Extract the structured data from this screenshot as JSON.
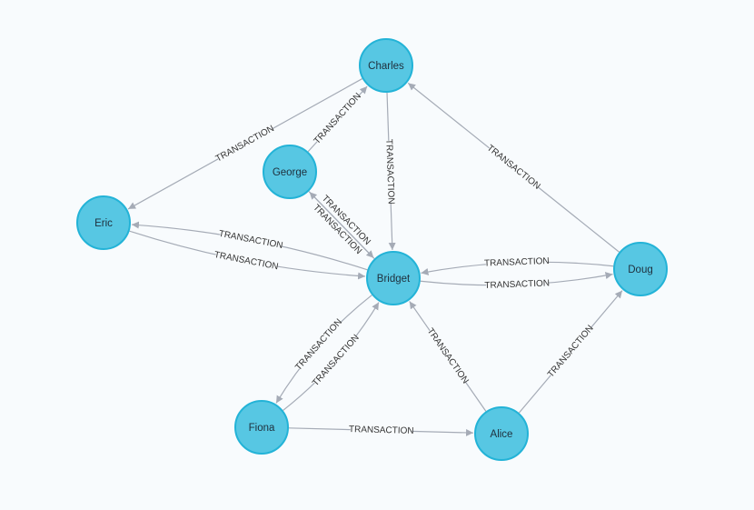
{
  "graph": {
    "colors": {
      "node_fill": "#57c7e3",
      "node_stroke": "#23b3d7",
      "edge": "#a5abb6",
      "label_text": "#333333",
      "background": "#f8fbfd"
    },
    "nodes": [
      {
        "id": "charles",
        "label": "Charles"
      },
      {
        "id": "george",
        "label": "George"
      },
      {
        "id": "eric",
        "label": "Eric"
      },
      {
        "id": "bridget",
        "label": "Bridget"
      },
      {
        "id": "doug",
        "label": "Doug"
      },
      {
        "id": "fiona",
        "label": "Fiona"
      },
      {
        "id": "alice",
        "label": "Alice"
      }
    ],
    "edges": [
      {
        "id": "charles-eric",
        "source": "charles",
        "target": "eric",
        "label": "TRANSACTION"
      },
      {
        "id": "george-charles",
        "source": "george",
        "target": "charles",
        "label": "TRANSACTION"
      },
      {
        "id": "charles-bridget",
        "source": "charles",
        "target": "bridget",
        "label": "TRANSACTION"
      },
      {
        "id": "doug-charles",
        "source": "doug",
        "target": "charles",
        "label": "TRANSACTION"
      },
      {
        "id": "bridget-george",
        "source": "bridget",
        "target": "george",
        "label": "TRANSACTION"
      },
      {
        "id": "george-bridget",
        "source": "george",
        "target": "bridget",
        "label": "TRANSACTION"
      },
      {
        "id": "bridget-eric",
        "source": "bridget",
        "target": "eric",
        "label": "TRANSACTION"
      },
      {
        "id": "eric-bridget",
        "source": "eric",
        "target": "bridget",
        "label": "TRANSACTION"
      },
      {
        "id": "doug-bridget",
        "source": "doug",
        "target": "bridget",
        "label": "TRANSACTION"
      },
      {
        "id": "bridget-doug",
        "source": "bridget",
        "target": "doug",
        "label": "TRANSACTION"
      },
      {
        "id": "bridget-fiona",
        "source": "bridget",
        "target": "fiona",
        "label": "TRANSACTION"
      },
      {
        "id": "fiona-bridget",
        "source": "fiona",
        "target": "bridget",
        "label": "TRANSACTION"
      },
      {
        "id": "alice-bridget",
        "source": "alice",
        "target": "bridget",
        "label": "TRANSACTION"
      },
      {
        "id": "fiona-alice",
        "source": "fiona",
        "target": "alice",
        "label": "TRANSACTION"
      },
      {
        "id": "alice-doug",
        "source": "alice",
        "target": "doug",
        "label": "TRANSACTION"
      }
    ]
  }
}
